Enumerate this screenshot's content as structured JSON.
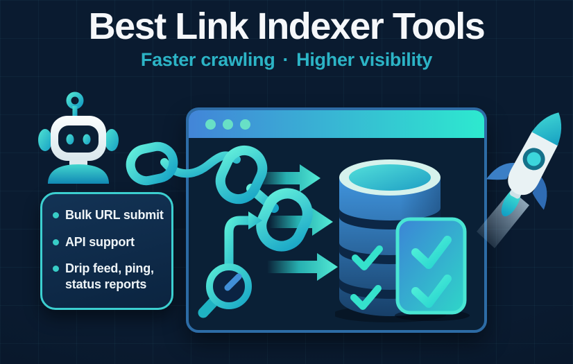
{
  "header": {
    "title": "Best Link Indexer Tools",
    "subtitle_left": "Faster crawling",
    "subtitle_separator": "·",
    "subtitle_right": "Higher visibility"
  },
  "features": {
    "items": [
      {
        "label": "Bulk URL submit"
      },
      {
        "label": "API support"
      },
      {
        "label": "Drip feed, ping, status reports"
      }
    ]
  },
  "icons": {
    "robot-icon": "robot mascot",
    "chain-links-icon": "backlink chain",
    "flow-arrows-icon": "links flowing into index",
    "speed-gauge-magnifier-icon": "crawl-speed magnifier gauge",
    "database-icon": "index database with checkmarks",
    "checklist-card-icon": "indexed-status checklist",
    "rocket-icon": "visibility boost rocket",
    "window-dot": "browser titlebar dot"
  },
  "colors": {
    "background": "#0a1b30",
    "title": "#f5f7fa",
    "subtitle": "#2cb4c6",
    "teal-bright": "#4dead3",
    "teal": "#2cc9c6",
    "teal-deep": "#149fc0",
    "blue": "#3c86d6",
    "blue-deep": "#1b4c7c",
    "window-border": "#2d6ca6",
    "window-bg": "#0a2036",
    "panel-border": "#3ccfd0",
    "panel-bg": "#0e2946",
    "text": "#eef4f7"
  }
}
